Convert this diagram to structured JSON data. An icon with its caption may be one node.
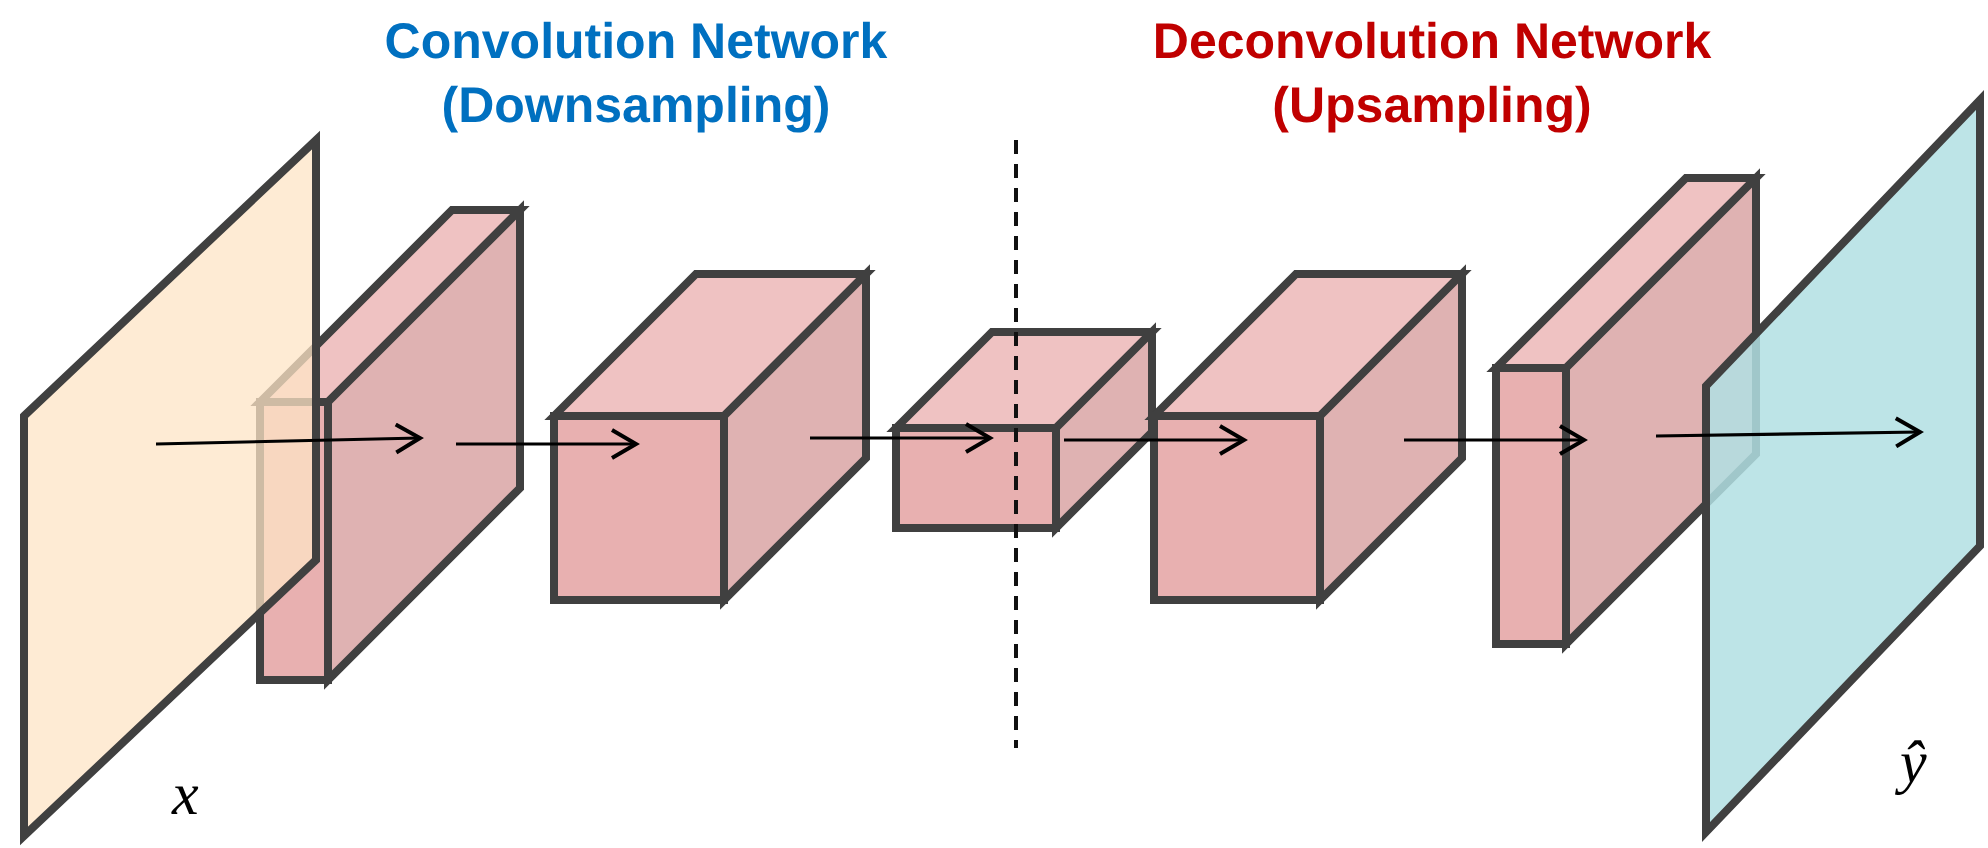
{
  "diagram": {
    "nodes": [
      {
        "text": [],
        "shape": "plane",
        "beside": [
          "x"
        ]
      },
      {
        "text": [],
        "shape": "cuboid"
      },
      {
        "text": [],
        "shape": "cuboid"
      },
      {
        "text": [],
        "shape": "cuboid"
      },
      {
        "text": [],
        "shape": "cuboid"
      },
      {
        "text": [],
        "shape": "cuboid"
      },
      {
        "text": [],
        "shape": "plane",
        "beside": [
          "ŷ"
        ]
      }
    ],
    "edges": [
      {
        "from": 0,
        "to": 1,
        "arrow": "to"
      },
      {
        "from": 1,
        "to": 2,
        "arrow": "to"
      },
      {
        "from": 2,
        "to": 3,
        "arrow": "to"
      },
      {
        "from": 3,
        "to": 4,
        "arrow": "to"
      },
      {
        "from": 4,
        "to": 5,
        "arrow": "to"
      },
      {
        "from": 5,
        "to": 6,
        "arrow": "to"
      }
    ],
    "labels": [
      "Convolution Network (Downsampling)",
      "Deconvolution Network (Upsampling)"
    ]
  }
}
